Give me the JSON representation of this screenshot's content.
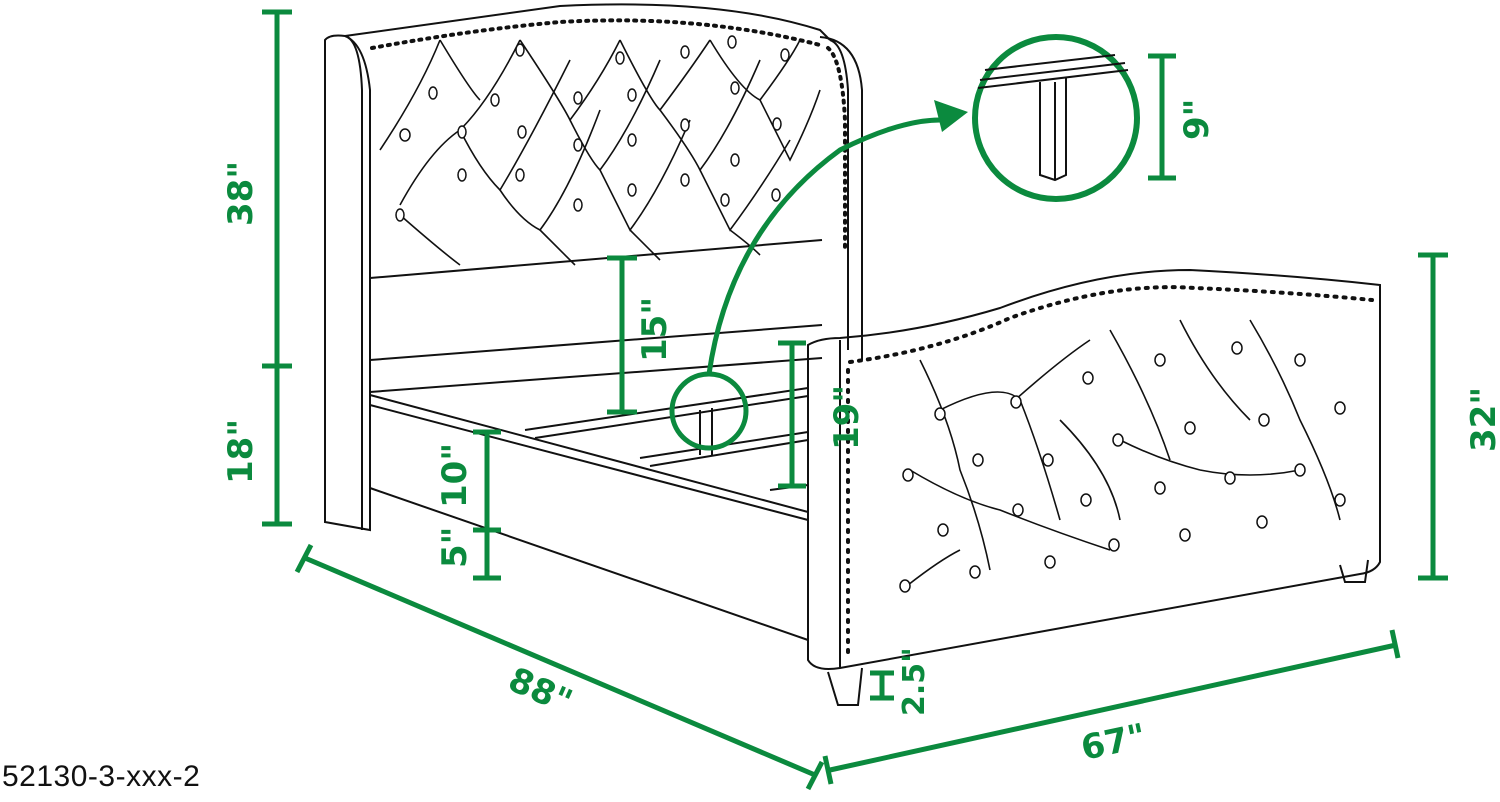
{
  "colors": {
    "dimension": "#0b8a3e",
    "outline": "#111111",
    "background": "#ffffff"
  },
  "product_code": "52130-3-xxx-2",
  "dimensions": {
    "headboard_total_height": "38\"",
    "headboard_leg_height": "18\"",
    "headboard_panel_gap": "15\"",
    "side_rail_height": "10\"",
    "rail_clearance": "5\"",
    "footboard_to_slats": "19\"",
    "footboard_height": "32\"",
    "leg_height": "2.5\"",
    "length": "88\"",
    "width": "67\"",
    "center_support_leg": "9\""
  },
  "callout": {
    "icon": "magnifier-circle",
    "subject": "center-support-leg"
  }
}
